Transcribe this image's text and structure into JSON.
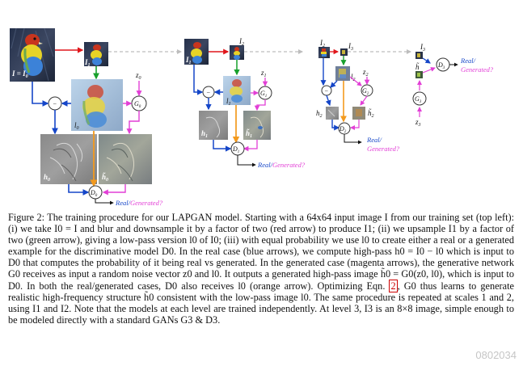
{
  "figure": {
    "labels": {
      "I_eq_I0": "I = I",
      "I0_sub": "0",
      "I1": "I",
      "I1_sub": "1",
      "l0": "l",
      "l0_sub": "0",
      "h0": "h",
      "h0_sub": "0",
      "h0_tilde": "h̃",
      "z0": "z",
      "z0_sub": "0",
      "G0": "G",
      "G0_sub": "0",
      "D0": "D",
      "D0_sub": "0",
      "I2": "I",
      "I2_sub": "2",
      "l1": "l",
      "l1_sub": "1",
      "h1": "h",
      "h1_sub": "1",
      "z1": "z",
      "z1_sub": "1",
      "G1": "G",
      "G1_sub": "1",
      "D1": "D",
      "D1_sub": "1",
      "I3": "I",
      "I3_sub": "3",
      "l2": "l",
      "l2_sub": "2",
      "h2": "h",
      "h2_sub": "2",
      "z2": "z",
      "z2_sub": "2",
      "G2": "G",
      "G2_sub": "2",
      "D2": "D",
      "D2_sub": "2",
      "z3": "z",
      "z3_sub": "3",
      "G3": "G",
      "G3_sub": "3",
      "D3": "D",
      "D3_sub": "3",
      "minus": "−",
      "real": "Real/",
      "generated": "Generated?"
    }
  },
  "caption": {
    "label": "Figure 2:",
    "text": " The training procedure for our LAPGAN model. Starting with a 64x64 input image I from our training set (top left): (i) we take I0 = I and blur and downsample it by a factor of two (red arrow) to produce I1; (ii) we upsample I1 by a factor of two (green arrow), giving a low-pass version l0 of I0; (iii) with equal probability we use l0 to create either a real or a generated example for the discriminative model D0. In the real case (blue arrows), we compute high-pass h0 = I0 − l0 which is input to D0 that computes the probability of it being real vs generated. In the generated case (magenta arrows), the generative network G0 receives as input a random noise vector z0 and l0. It outputs a generated high-pass image h̃0 = G0(z0, l0), which is input to D0. In both the real/generated cases, D0 also receives l0 (orange arrow). Optimizing Eqn. ",
    "eqn_ref": "2",
    "text2": ", G0 thus learns to generate realistic high-frequency structure h̃0 consistent with the low-pass image l0. The same procedure is repeated at scales 1 and 2, using I1 and I2. Note that the models at each level are trained independently. At level 3, I3 is an 8×8 image, simple enough to be modeled directly with a standard GANs G3 & D3."
  },
  "watermark": "0802034",
  "colors": {
    "red": "#e0161b",
    "green": "#17a02c",
    "blue": "#1546c8",
    "magenta": "#e23fd6",
    "orange": "#f39a1e",
    "gray_dash": "#bdbdbd"
  }
}
